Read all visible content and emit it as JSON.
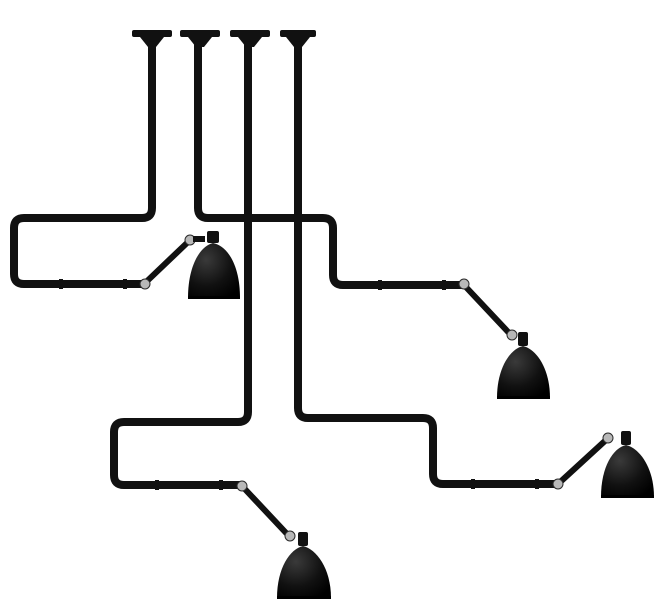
{
  "product_image": {
    "background": "#ffffff",
    "fixture_color": "#111111",
    "hinge_color": "#b8b8b8",
    "ceiling_mount_count": 4,
    "lamp_count": 4,
    "icons": [
      "ceiling-canopy",
      "articulated-arm",
      "dome-lamp-shade"
    ]
  }
}
